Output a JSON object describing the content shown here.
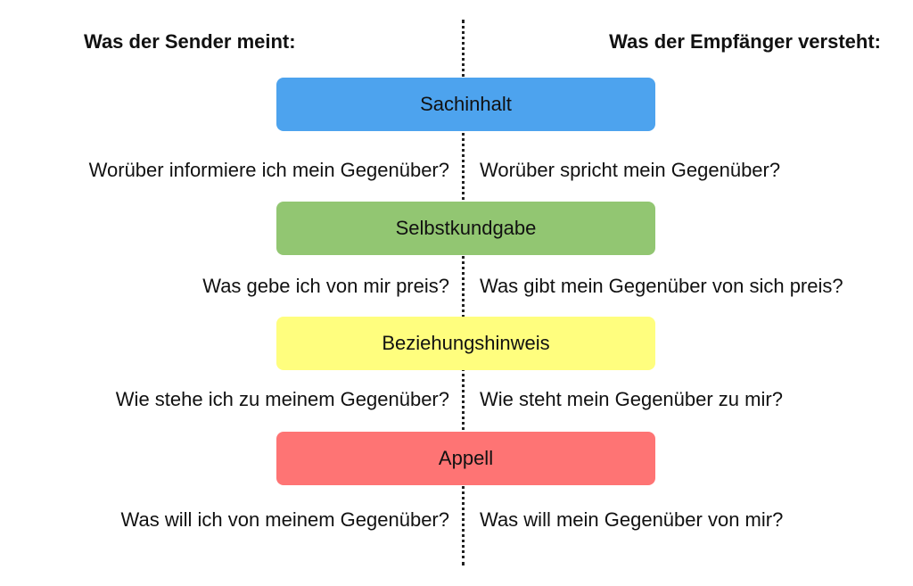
{
  "headers": {
    "sender": "Was der Sender meint:",
    "receiver": "Was der Empfänger versteht:"
  },
  "layers": [
    {
      "label": "Sachinhalt",
      "color": "#4da3ee",
      "sender_question": "Worüber informiere ich mein Gegenüber?",
      "receiver_question": "Worüber spricht mein Gegenüber?"
    },
    {
      "label": "Selbstkundgabe",
      "color": "#92c672",
      "sender_question": "Was gebe ich von mir preis?",
      "receiver_question": "Was gibt mein Gegenüber von sich preis?"
    },
    {
      "label": "Beziehungshinweis",
      "color": "#fffe7e",
      "sender_question": "Wie stehe ich zu meinem Gegenüber?",
      "receiver_question": "Wie steht mein Gegenüber zu mir?"
    },
    {
      "label": "Appell",
      "color": "#fe7474",
      "sender_question": "Was will ich von meinem Gegenüber?",
      "receiver_question": "Was will mein Gegenüber von mir?"
    }
  ]
}
